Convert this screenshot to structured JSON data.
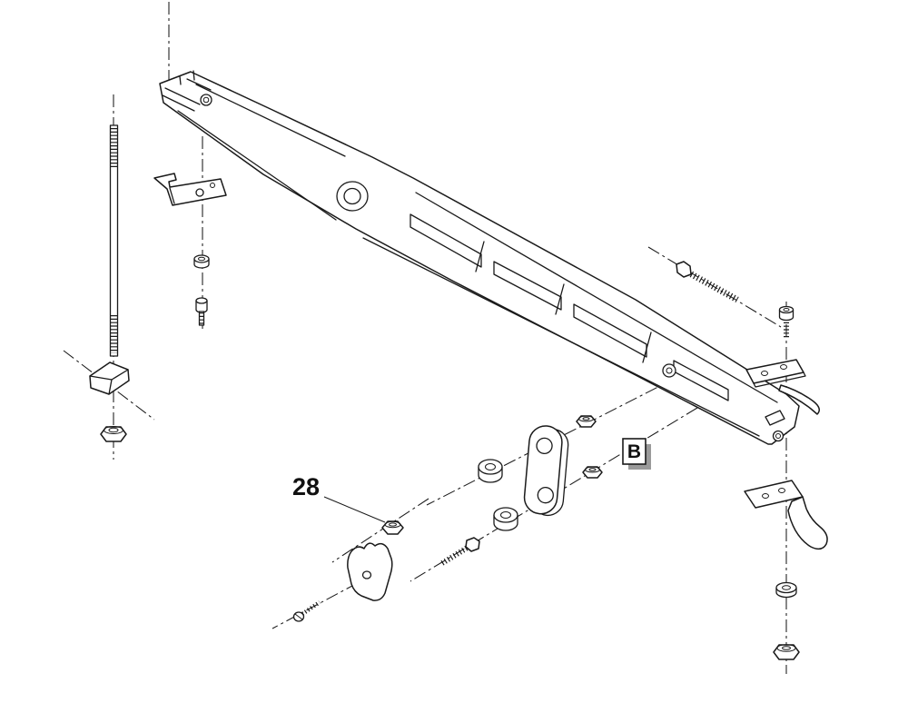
{
  "diagram": {
    "type": "exploded-parts-diagram",
    "labels": {
      "part_number": "28",
      "detail_letter": "B"
    },
    "colors": {
      "line": "#1a1a1a",
      "background": "#ffffff",
      "callout_shadow": "#9a9a9a"
    },
    "parts": [
      "main-boom-arm",
      "threaded-rod",
      "wedge-clip",
      "hex-nut-left",
      "mounting-bracket-top",
      "spacer-washer-top",
      "socket-bolt-top",
      "hex-bolt-diagonal-right",
      "button-bolt-right",
      "flat-bracket-right",
      "spring-strap-right",
      "bent-bracket-right",
      "washer-right",
      "hex-nut-right",
      "spacer-nut-a",
      "spacer-nut-b",
      "link-plate",
      "bushing-a",
      "bushing-b",
      "hex-bolt-center",
      "hex-nut-center",
      "anchor-plate",
      "machine-screw"
    ]
  }
}
